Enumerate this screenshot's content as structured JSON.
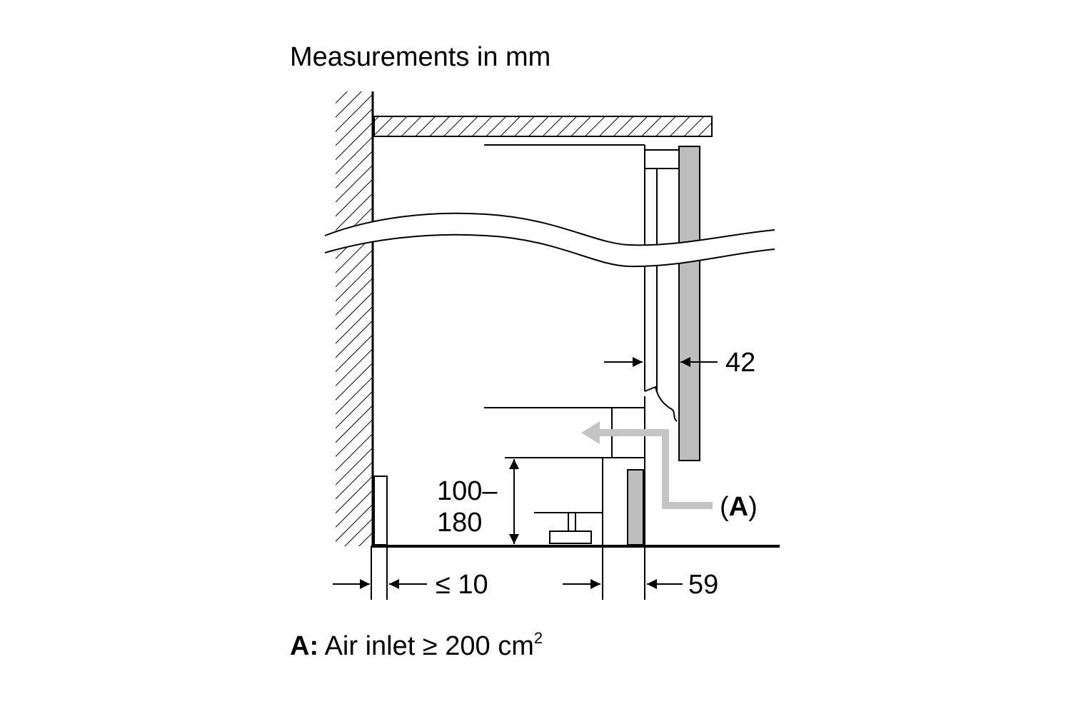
{
  "title": "Measurements in mm",
  "dimensions": {
    "d42": "42",
    "d59": "59",
    "d10": "≤ 10",
    "d100": "100–",
    "d180": "180"
  },
  "callout": {
    "marker_open": "(",
    "marker_letter": "A",
    "marker_close": ")"
  },
  "legend": {
    "key": "A:",
    "text": " Air inlet ≥ 200 cm",
    "superscript": "2"
  },
  "colors": {
    "line": "#000000",
    "door_panel": "#bdbdbd",
    "airflow_arrow": "#c4c4c4"
  }
}
